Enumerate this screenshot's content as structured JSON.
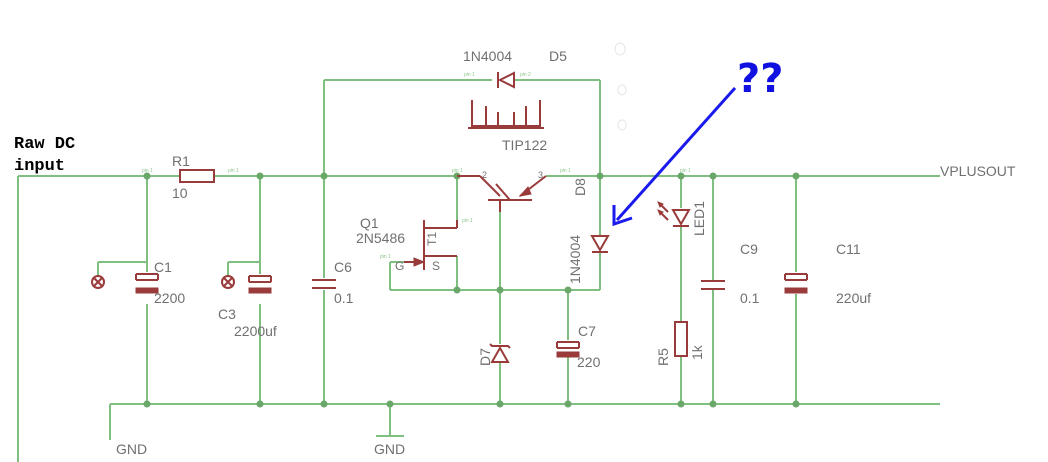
{
  "labels": {
    "raw_dc_line1": "Raw DC",
    "raw_dc_line2": "input",
    "r1_name": "R1",
    "r1_value": "10",
    "d5_part": "1N4004",
    "d5_name": "D5",
    "tip122": "TIP122",
    "q1_name": "Q1",
    "q1_part": "2N5486",
    "q1_gate": "G",
    "q1_source": "S",
    "q1_drain": "T1",
    "tip_pin2": "2",
    "tip_pin3": "3",
    "d8_name": "D8",
    "d8_part": "1N4004",
    "vplusout": "VPLUSOUT",
    "c1_name": "C1",
    "c1_value": "2200",
    "c3_name": "C3",
    "c3_value": "2200uf",
    "c6_name": "C6",
    "c6_value": "0.1",
    "d7_name": "D7",
    "c7_name": "C7",
    "c7_value": "220",
    "led1_name": "LED1",
    "r5_name": "R5",
    "r5_value": "1k",
    "c9_name": "C9",
    "c9_value": "0.1",
    "c11_name": "C11",
    "c11_value": "220uf",
    "gnd_left": "GND",
    "gnd_mid": "GND",
    "annotation": "??"
  }
}
